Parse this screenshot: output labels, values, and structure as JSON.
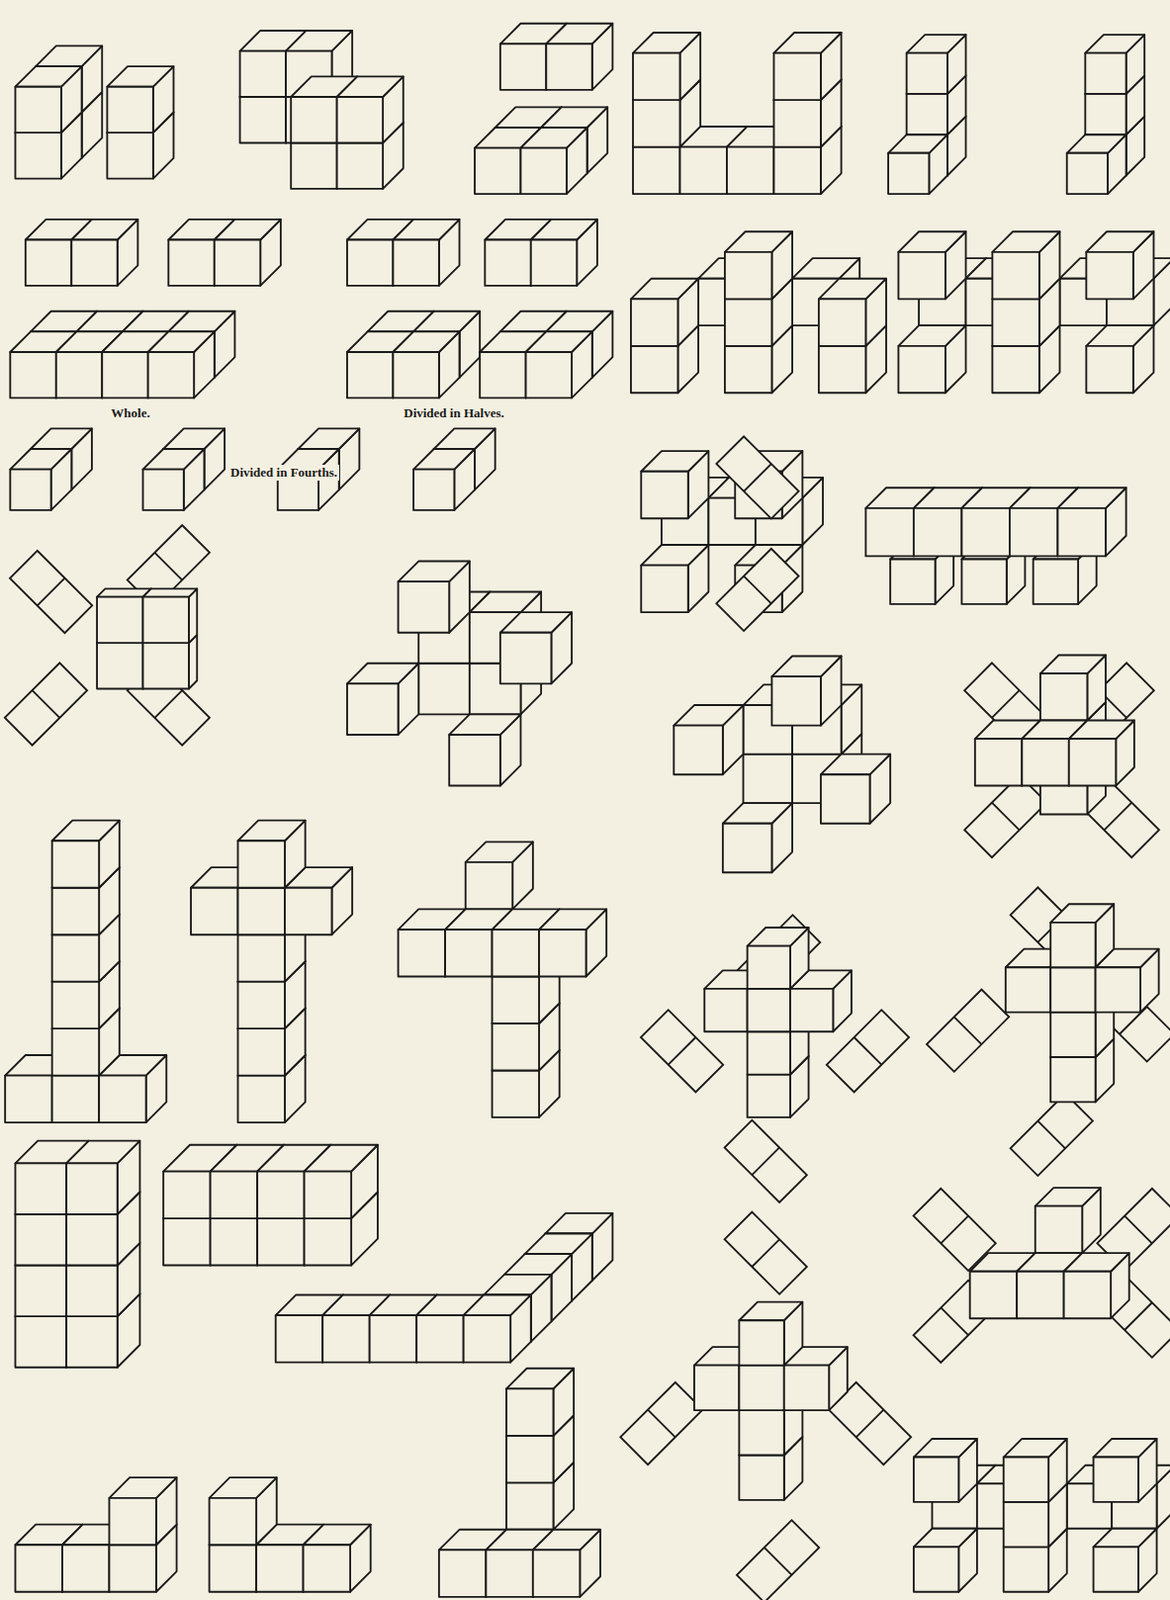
{
  "diagram": {
    "labels": [
      "Whole.",
      "Divided in Halves.",
      "Divided in Fourths."
    ]
  }
}
